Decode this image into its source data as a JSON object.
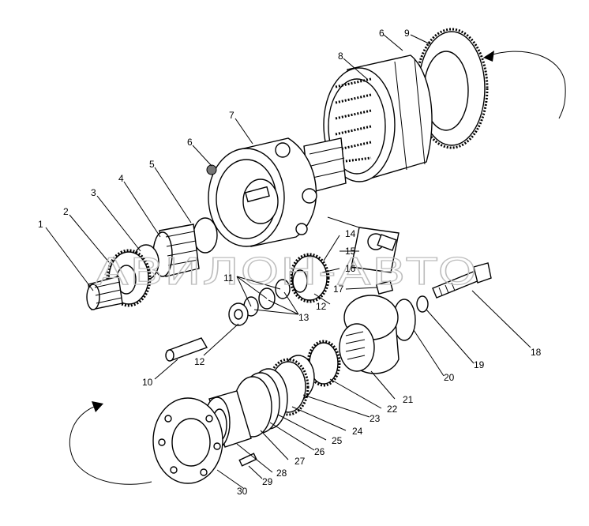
{
  "watermark": "АВИЛОН-АВТО",
  "callouts": [
    {
      "num": "1"
    },
    {
      "num": "2"
    },
    {
      "num": "3"
    },
    {
      "num": "4"
    },
    {
      "num": "5"
    },
    {
      "num": "6"
    },
    {
      "num": "6"
    },
    {
      "num": "7"
    },
    {
      "num": "8"
    },
    {
      "num": "9"
    },
    {
      "num": "10"
    },
    {
      "num": "11"
    },
    {
      "num": "12"
    },
    {
      "num": "12"
    },
    {
      "num": "13"
    },
    {
      "num": "14"
    },
    {
      "num": "15"
    },
    {
      "num": "16"
    },
    {
      "num": "17"
    },
    {
      "num": "18"
    },
    {
      "num": "19"
    },
    {
      "num": "20"
    },
    {
      "num": "21"
    },
    {
      "num": "22"
    },
    {
      "num": "23"
    },
    {
      "num": "24"
    },
    {
      "num": "25"
    },
    {
      "num": "26"
    },
    {
      "num": "27"
    },
    {
      "num": "28"
    },
    {
      "num": "29"
    },
    {
      "num": "30"
    }
  ]
}
